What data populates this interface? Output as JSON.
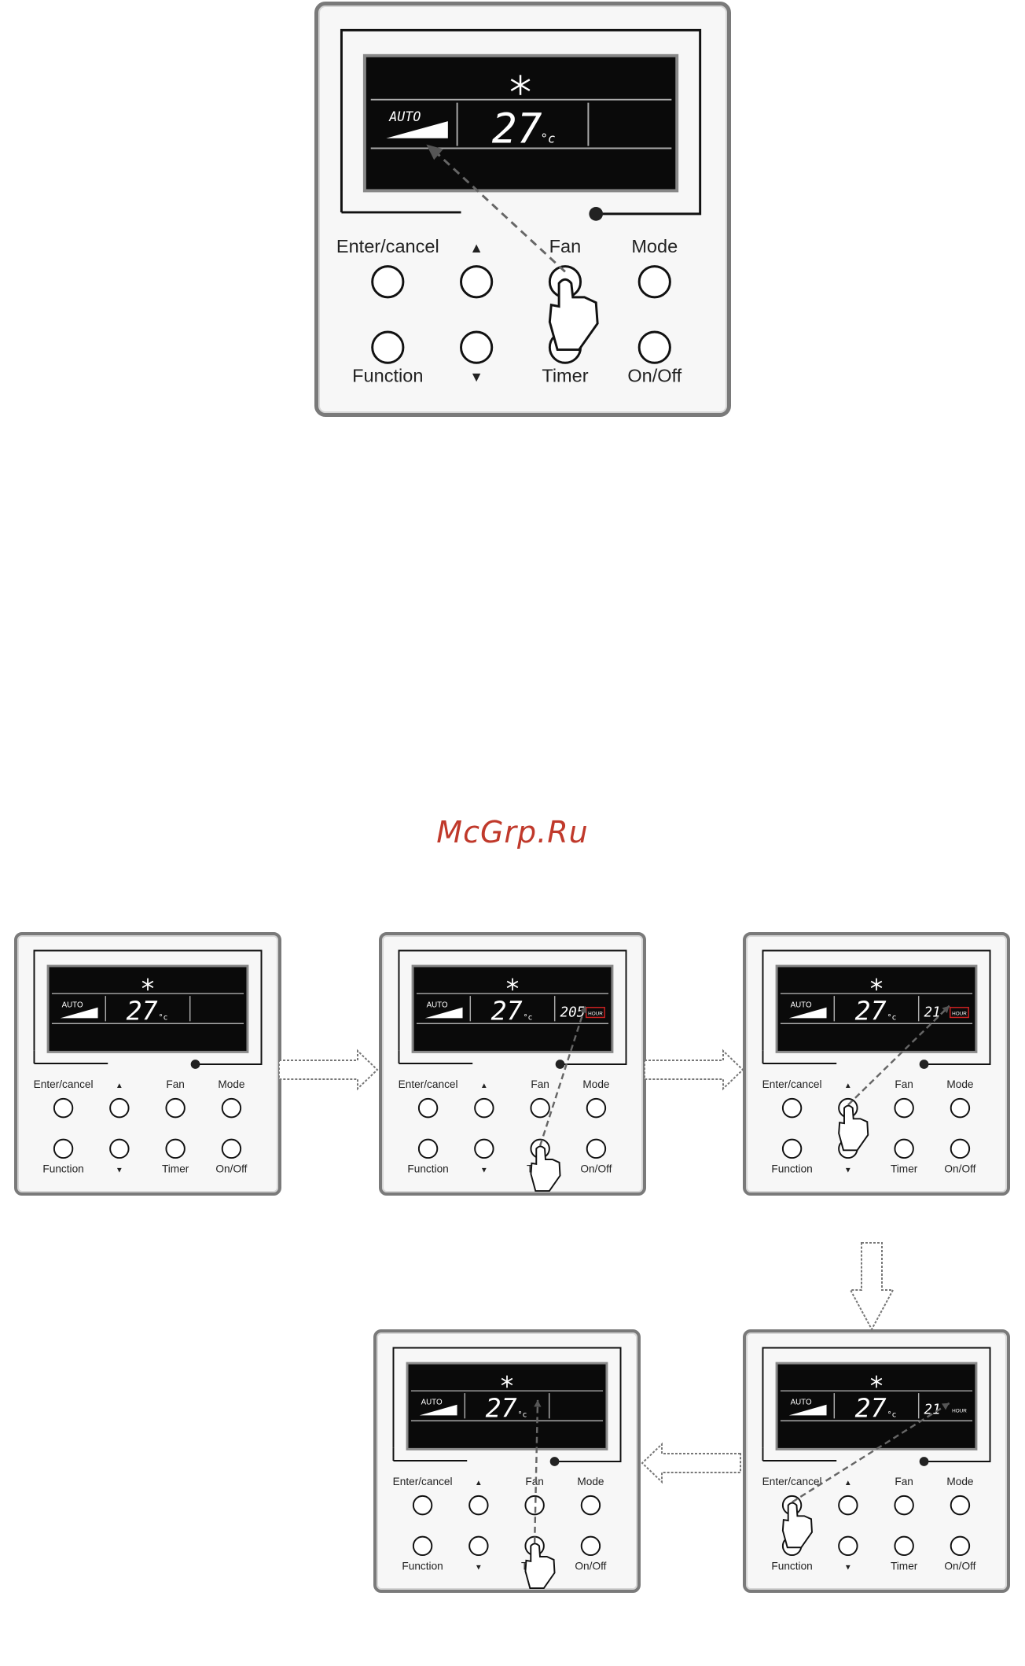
{
  "watermark": "McGrp.Ru",
  "buttons": {
    "enter_cancel": "Enter/cancel",
    "up": "▲",
    "fan": "Fan",
    "mode": "Mode",
    "function": "Function",
    "down": "▼",
    "timer": "Timer",
    "on_off": "On/Off"
  },
  "display": {
    "fan_mode": "AUTO",
    "temperature": "27",
    "unit": "°c",
    "mode_icon": "snowflake-icon"
  },
  "panels": [
    {
      "id": "top",
      "timer": "",
      "hour_badge": "",
      "pressed": "fan"
    },
    {
      "id": "step-1",
      "timer": "",
      "hour_badge": "",
      "pressed": ""
    },
    {
      "id": "step-2",
      "timer": "205",
      "hour_badge": "HOUR",
      "pressed": "timer"
    },
    {
      "id": "step-3",
      "timer": "21",
      "hour_badge": "HOUR",
      "pressed": "up"
    },
    {
      "id": "step-4",
      "timer": "21",
      "hour_badge": "HOUR",
      "pressed": "enter_cancel"
    },
    {
      "id": "step-5",
      "timer": "",
      "hour_badge": "",
      "pressed": "timer"
    }
  ],
  "colors": {
    "frame": "#7a7a7a",
    "lcd": "#0a0a0a",
    "hour_badge": "#cc2222",
    "watermark": "#c0392b"
  }
}
